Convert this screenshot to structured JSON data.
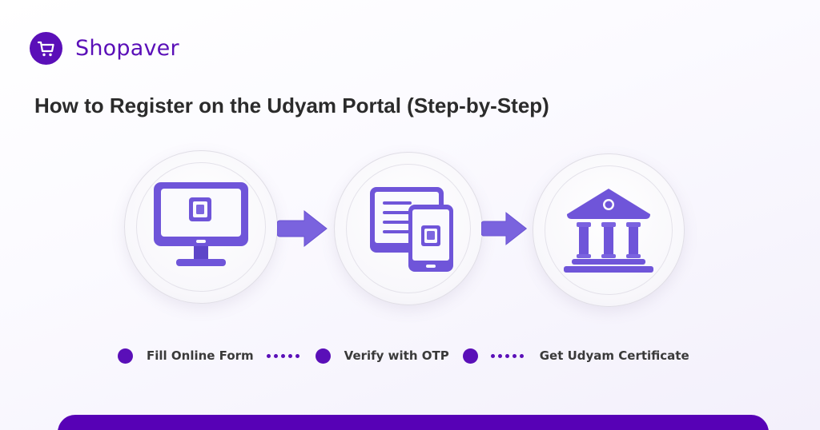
{
  "brand": {
    "name": "Shopaver",
    "icon": "shopping-cart-icon",
    "color": "#5a0fb8"
  },
  "title": "How to Register on the Udyam Portal (Step-by-Step)",
  "illustrations": [
    {
      "icon": "desktop-monitor-icon"
    },
    {
      "icon": "document-and-mobile-icon"
    },
    {
      "icon": "government-building-icon"
    }
  ],
  "steps": [
    {
      "label": "Fill Online Form"
    },
    {
      "label": "Verify with OTP"
    },
    {
      "label": "Get Udyam Certificate"
    }
  ],
  "colors": {
    "accent": "#5a0fb8",
    "icon_purple": "#6f55d9",
    "title_text": "#2b2b2b",
    "bottom_bar": "#5701b6"
  }
}
